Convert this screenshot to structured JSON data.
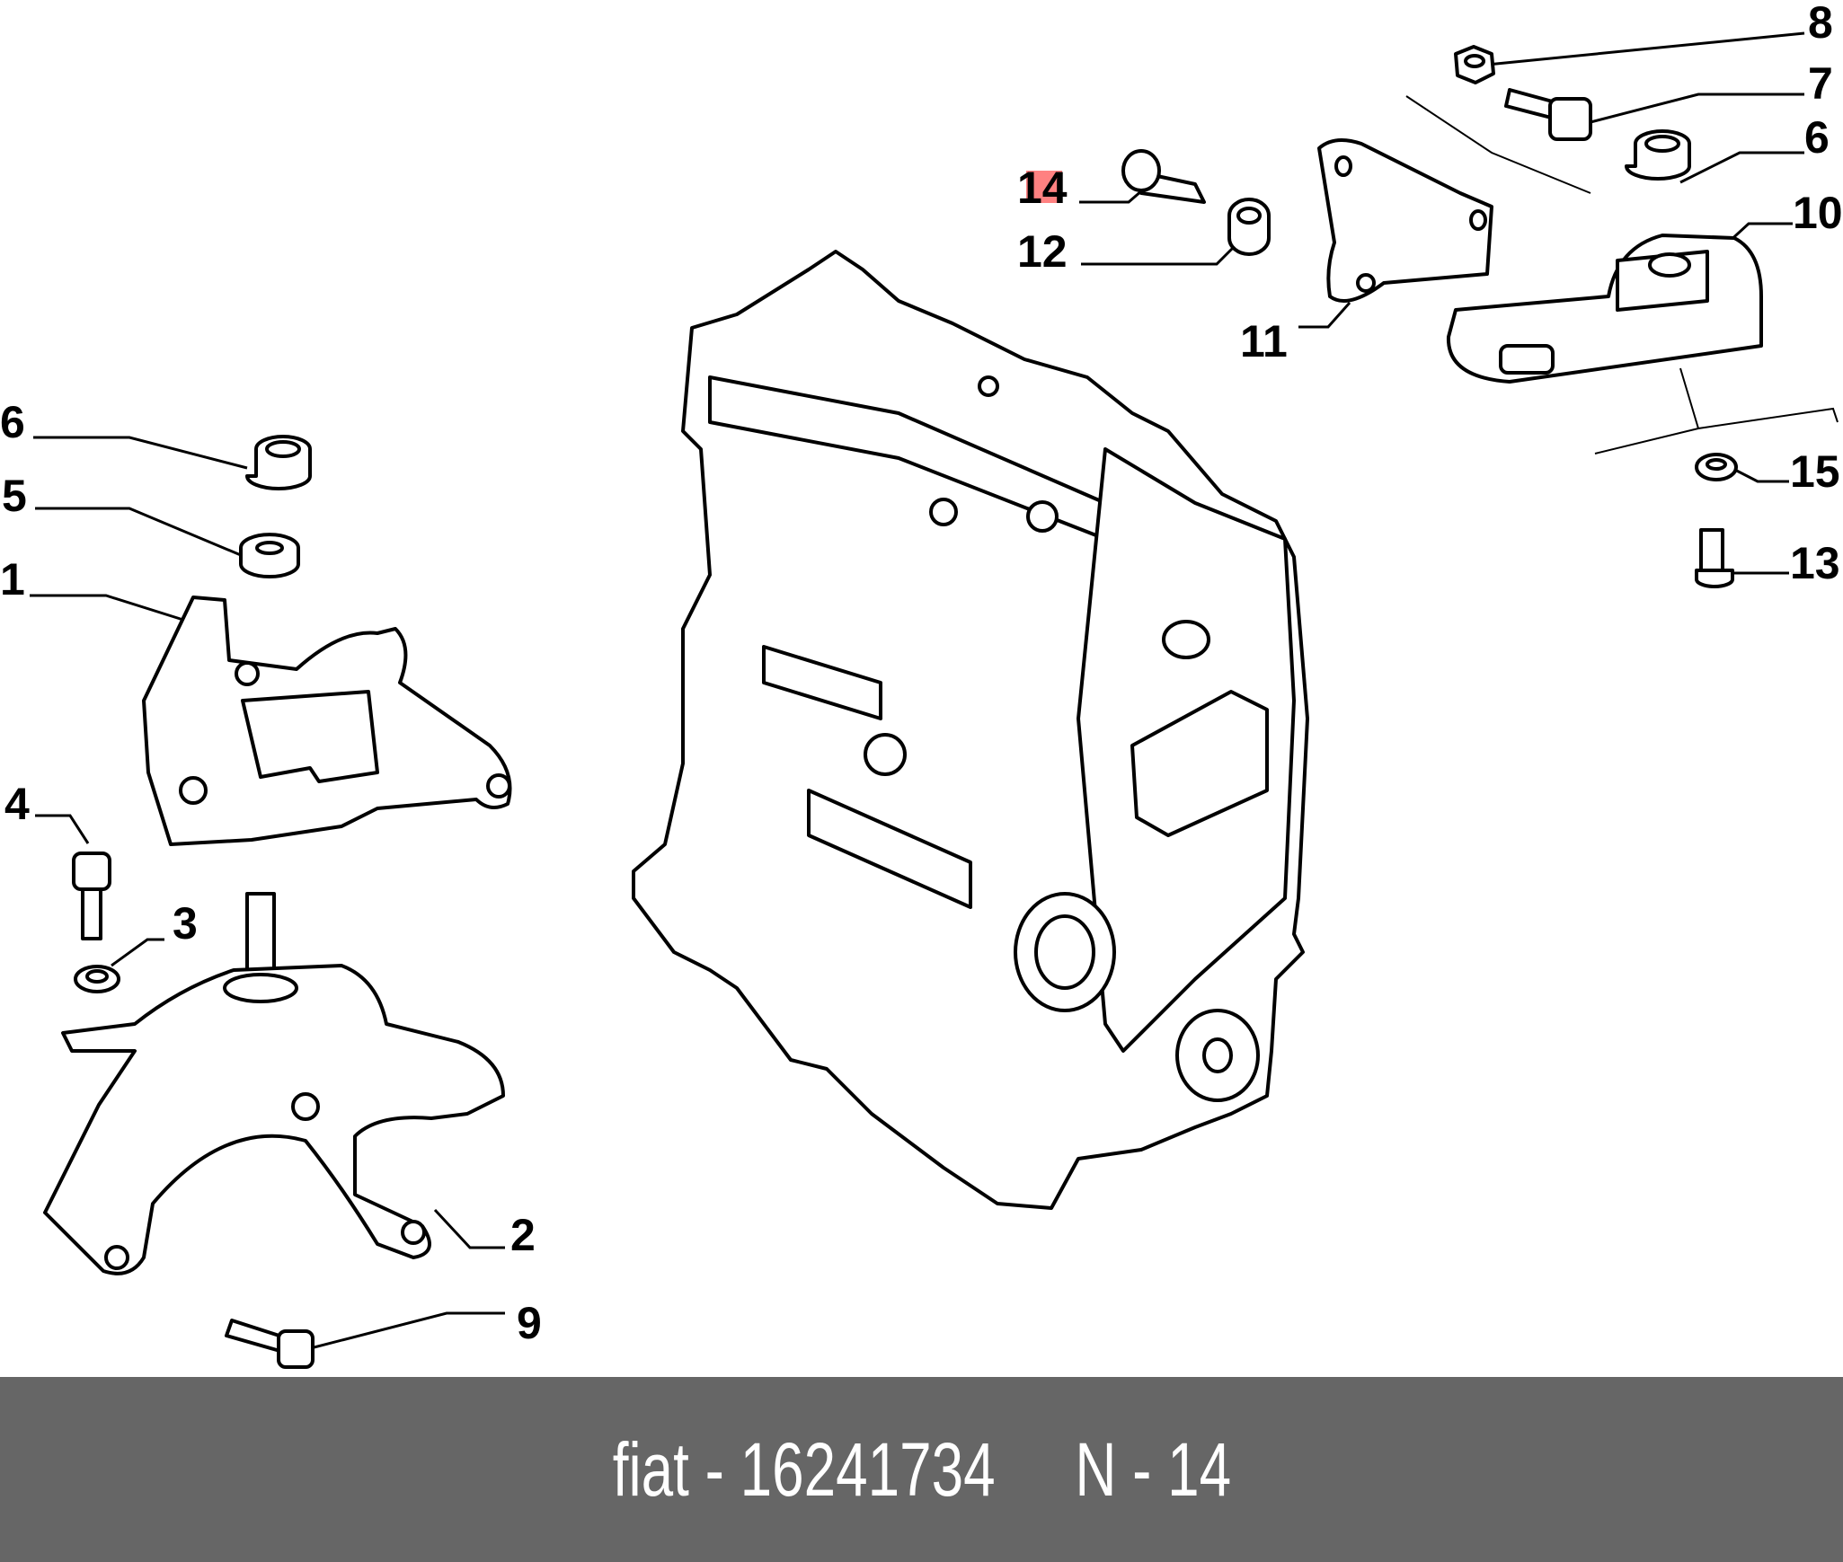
{
  "callouts": {
    "c8": "8",
    "c7": "7",
    "c6_right": "6",
    "c10": "10",
    "c14": "14",
    "c12": "12",
    "c11": "11",
    "c15": "15",
    "c13": "13",
    "c6_left": "6",
    "c5": "5",
    "c1": "1",
    "c4": "4",
    "c3": "3",
    "c2": "2",
    "c9": "9"
  },
  "highlighted_callout": "14",
  "highlight_color": "#ff6b6b",
  "footer": {
    "text": "fiat - 16241734     N - 14",
    "background": "#666666"
  }
}
